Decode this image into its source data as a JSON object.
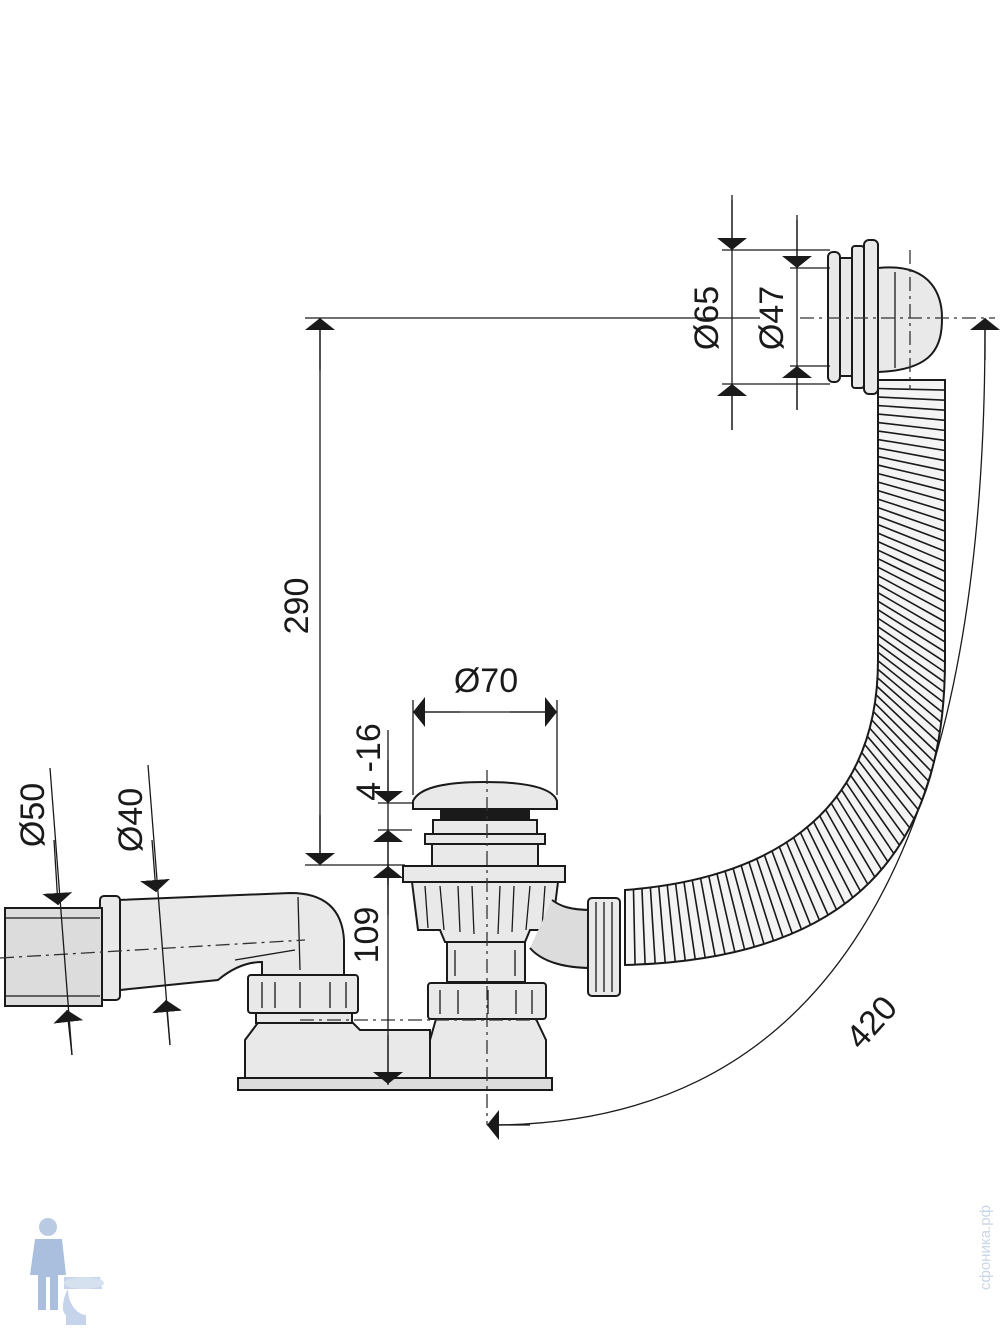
{
  "dimensions": {
    "d65": "Ø65",
    "d47": "Ø47",
    "h290": "290",
    "d70": "Ø70",
    "r4_16": "4 -16",
    "d50": "Ø50",
    "d40": "Ø40",
    "h109": "109",
    "l420": "420"
  },
  "watermark": {
    "text": "сфоника.рф"
  },
  "icons": {
    "logo": "plumber-toilet-logo"
  }
}
